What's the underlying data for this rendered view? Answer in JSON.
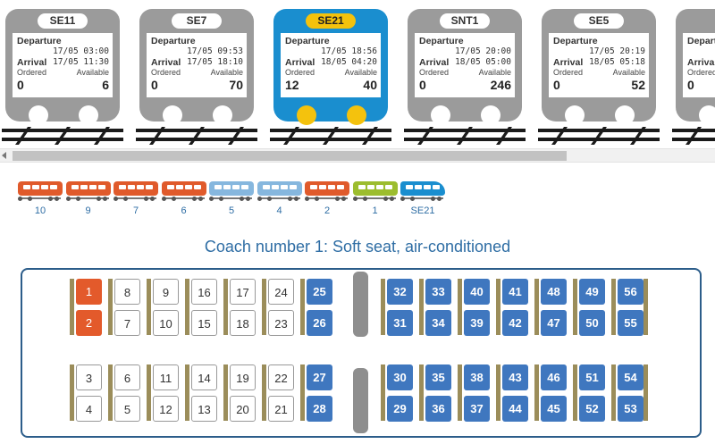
{
  "labels": {
    "departure": "Departure",
    "arrival": "Arrival",
    "ordered": "Ordered",
    "available": "Available"
  },
  "trains": [
    {
      "code": "SE11",
      "dep": "17/05 03:00",
      "arr": "17/05 11:30",
      "ordered": "0",
      "available": "6",
      "selected": false
    },
    {
      "code": "SE7",
      "dep": "17/05 09:53",
      "arr": "17/05 18:10",
      "ordered": "0",
      "available": "70",
      "selected": false
    },
    {
      "code": "SE21",
      "dep": "17/05 18:56",
      "arr": "18/05 04:20",
      "ordered": "12",
      "available": "40",
      "selected": true
    },
    {
      "code": "SNT1",
      "dep": "17/05 20:00",
      "arr": "18/05 05:00",
      "ordered": "0",
      "available": "246",
      "selected": false
    },
    {
      "code": "SE5",
      "dep": "17/05 20:19",
      "arr": "18/05 05:18",
      "ordered": "0",
      "available": "52",
      "selected": false
    },
    {
      "code": "",
      "dep": "",
      "arr": "",
      "ordered": "0",
      "available": "",
      "selected": false
    }
  ],
  "coaches": [
    {
      "label": "10",
      "color": "#e05a2b"
    },
    {
      "label": "9",
      "color": "#e05a2b"
    },
    {
      "label": "7",
      "color": "#e05a2b"
    },
    {
      "label": "6",
      "color": "#e05a2b"
    },
    {
      "label": "5",
      "color": "#86b7de"
    },
    {
      "label": "4",
      "color": "#86b7de"
    },
    {
      "label": "2",
      "color": "#e05a2b"
    },
    {
      "label": "1",
      "color": "#9cbd2e"
    },
    {
      "label": "SE21",
      "color": "#1a8ecf"
    }
  ],
  "coach_title": "Coach number 1: Soft seat, air-conditioned",
  "colors": {
    "selected_train": "#1a8ecf",
    "train": "#9b9b9b",
    "seat_taken": "#3f77bf",
    "seat_selected": "#e35a2b",
    "link": "#2e6da4"
  },
  "seats": {
    "row1": [
      {
        "n": "1",
        "s": "sel"
      },
      {
        "n": "8",
        "s": "free"
      },
      {
        "n": "9",
        "s": "free"
      },
      {
        "n": "16",
        "s": "free"
      },
      {
        "n": "17",
        "s": "free"
      },
      {
        "n": "24",
        "s": "free"
      },
      {
        "n": "25",
        "s": "taken"
      },
      {
        "n": "32",
        "s": "taken"
      },
      {
        "n": "33",
        "s": "taken"
      },
      {
        "n": "40",
        "s": "taken"
      },
      {
        "n": "41",
        "s": "taken"
      },
      {
        "n": "48",
        "s": "taken"
      },
      {
        "n": "49",
        "s": "taken"
      },
      {
        "n": "56",
        "s": "taken"
      }
    ],
    "row2": [
      {
        "n": "2",
        "s": "sel"
      },
      {
        "n": "7",
        "s": "free"
      },
      {
        "n": "10",
        "s": "free"
      },
      {
        "n": "15",
        "s": "free"
      },
      {
        "n": "18",
        "s": "free"
      },
      {
        "n": "23",
        "s": "free"
      },
      {
        "n": "26",
        "s": "taken"
      },
      {
        "n": "31",
        "s": "taken"
      },
      {
        "n": "34",
        "s": "taken"
      },
      {
        "n": "39",
        "s": "taken"
      },
      {
        "n": "42",
        "s": "taken"
      },
      {
        "n": "47",
        "s": "taken"
      },
      {
        "n": "50",
        "s": "taken"
      },
      {
        "n": "55",
        "s": "taken"
      }
    ],
    "row3": [
      {
        "n": "3",
        "s": "free"
      },
      {
        "n": "6",
        "s": "free"
      },
      {
        "n": "11",
        "s": "free"
      },
      {
        "n": "14",
        "s": "free"
      },
      {
        "n": "19",
        "s": "free"
      },
      {
        "n": "22",
        "s": "free"
      },
      {
        "n": "27",
        "s": "taken"
      },
      {
        "n": "30",
        "s": "taken"
      },
      {
        "n": "35",
        "s": "taken"
      },
      {
        "n": "38",
        "s": "taken"
      },
      {
        "n": "43",
        "s": "taken"
      },
      {
        "n": "46",
        "s": "taken"
      },
      {
        "n": "51",
        "s": "taken"
      },
      {
        "n": "54",
        "s": "taken"
      }
    ],
    "row4": [
      {
        "n": "4",
        "s": "free"
      },
      {
        "n": "5",
        "s": "free"
      },
      {
        "n": "12",
        "s": "free"
      },
      {
        "n": "13",
        "s": "free"
      },
      {
        "n": "20",
        "s": "free"
      },
      {
        "n": "21",
        "s": "free"
      },
      {
        "n": "28",
        "s": "taken"
      },
      {
        "n": "29",
        "s": "taken"
      },
      {
        "n": "36",
        "s": "taken"
      },
      {
        "n": "37",
        "s": "taken"
      },
      {
        "n": "44",
        "s": "taken"
      },
      {
        "n": "45",
        "s": "taken"
      },
      {
        "n": "52",
        "s": "taken"
      },
      {
        "n": "53",
        "s": "taken"
      }
    ]
  }
}
